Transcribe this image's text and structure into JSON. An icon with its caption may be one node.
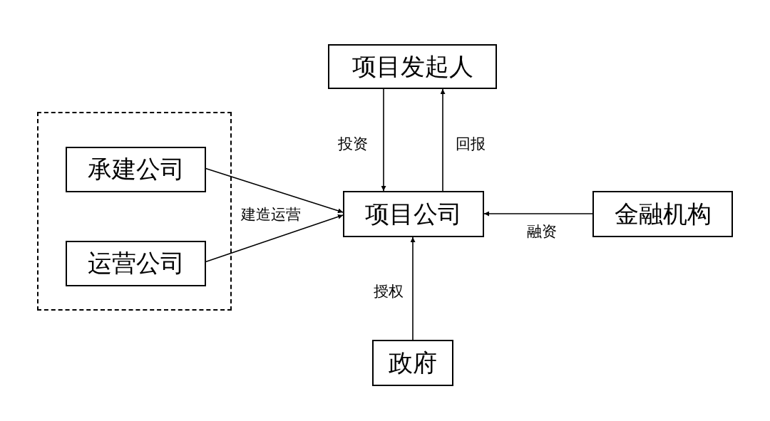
{
  "diagram": {
    "nodes": [
      {
        "text": [],
        "shape": "box"
      },
      {
        "text": [
          "承建公司"
        ],
        "in": 0
      },
      {
        "text": [
          "运营公司"
        ],
        "in": 0
      },
      {
        "text": [
          "项目发起人"
        ]
      },
      {
        "text": [
          "项目公司"
        ]
      },
      {
        "text": [
          "金融机构"
        ]
      },
      {
        "text": [
          "政府"
        ]
      }
    ],
    "edges": [
      {
        "from": 1,
        "to": 4,
        "arrow": "to",
        "label": "建造运营"
      },
      {
        "from": 2,
        "to": 4,
        "arrow": "to"
      },
      {
        "from": 3,
        "to": 4,
        "arrow": "to",
        "label": "投资"
      },
      {
        "from": 4,
        "to": 3,
        "arrow": "to",
        "label": "回报"
      },
      {
        "from": 5,
        "to": 4,
        "arrow": "to",
        "label": "融资"
      },
      {
        "from": 6,
        "to": 4,
        "arrow": "to",
        "label": "授权"
      }
    ]
  }
}
